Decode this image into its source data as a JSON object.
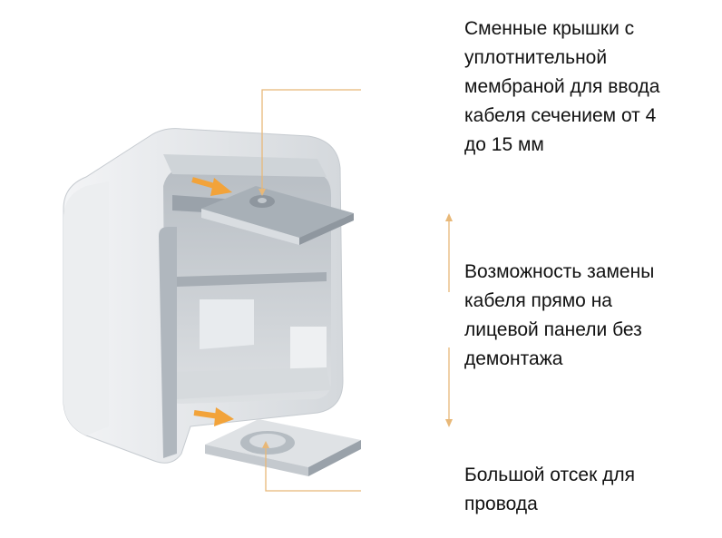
{
  "captions": {
    "top": "Сменные крышки с\nуплотнительной\nмембраной для ввода\nкабеля сечением от 4\nдо 15 мм",
    "middle": "Возможность замены\nкабеля прямо на\nлицевой панели без\nдемонтажа",
    "bottom": "Большой отсек для\nпровода"
  },
  "colors": {
    "leader": "#e8b878",
    "arrow": "#f2a33a",
    "box_light": "#e4e7ea",
    "box_mid": "#c9ced3",
    "box_dark": "#9aa2aa"
  }
}
